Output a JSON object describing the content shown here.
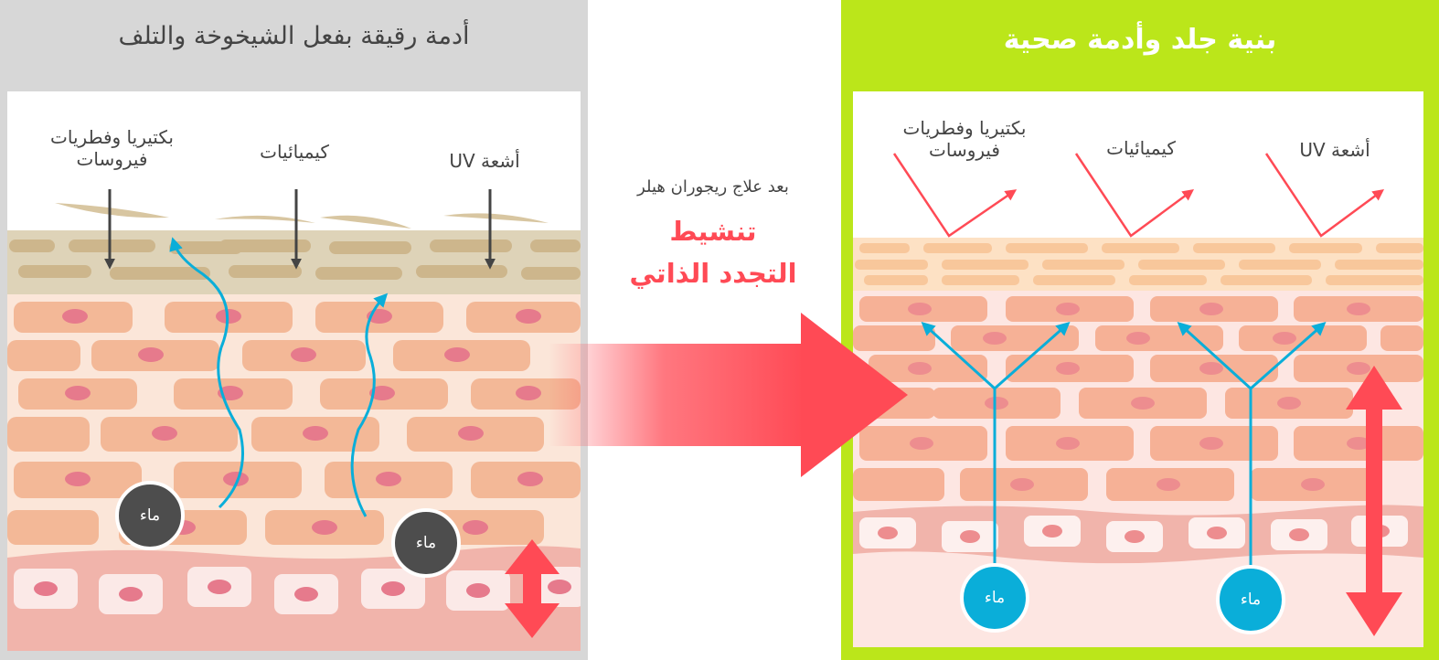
{
  "left_panel": {
    "title": "أدمة رقيقة بفعل الشيخوخة والتلف",
    "label_bacteria_line1": "بكتيريا وفطريات",
    "label_bacteria_line2": "فيروسات",
    "label_chemicals": "كيميائيات",
    "label_uv": "أشعة UV",
    "water_label": "ماء"
  },
  "middle": {
    "caption": "بعد علاج ريجوران هيلر",
    "highlight_line1": "تنشيط",
    "highlight_line2": "التجدد الذاتي"
  },
  "right_panel": {
    "title": "بنية جلد وأدمة صحية",
    "label_bacteria_line1": "بكتيريا وفطريات",
    "label_bacteria_line2": "فيروسات",
    "label_chemicals": "كيميائيات",
    "label_uv": "أشعة UV",
    "water_label": "ماء"
  },
  "colors": {
    "healthy_frame": "#bbe61a",
    "damaged_frame": "#d7d7d7",
    "arrow_red": "#ff4a55",
    "water_blue": "#0aaed9",
    "water_dark": "#4d4d4d"
  }
}
